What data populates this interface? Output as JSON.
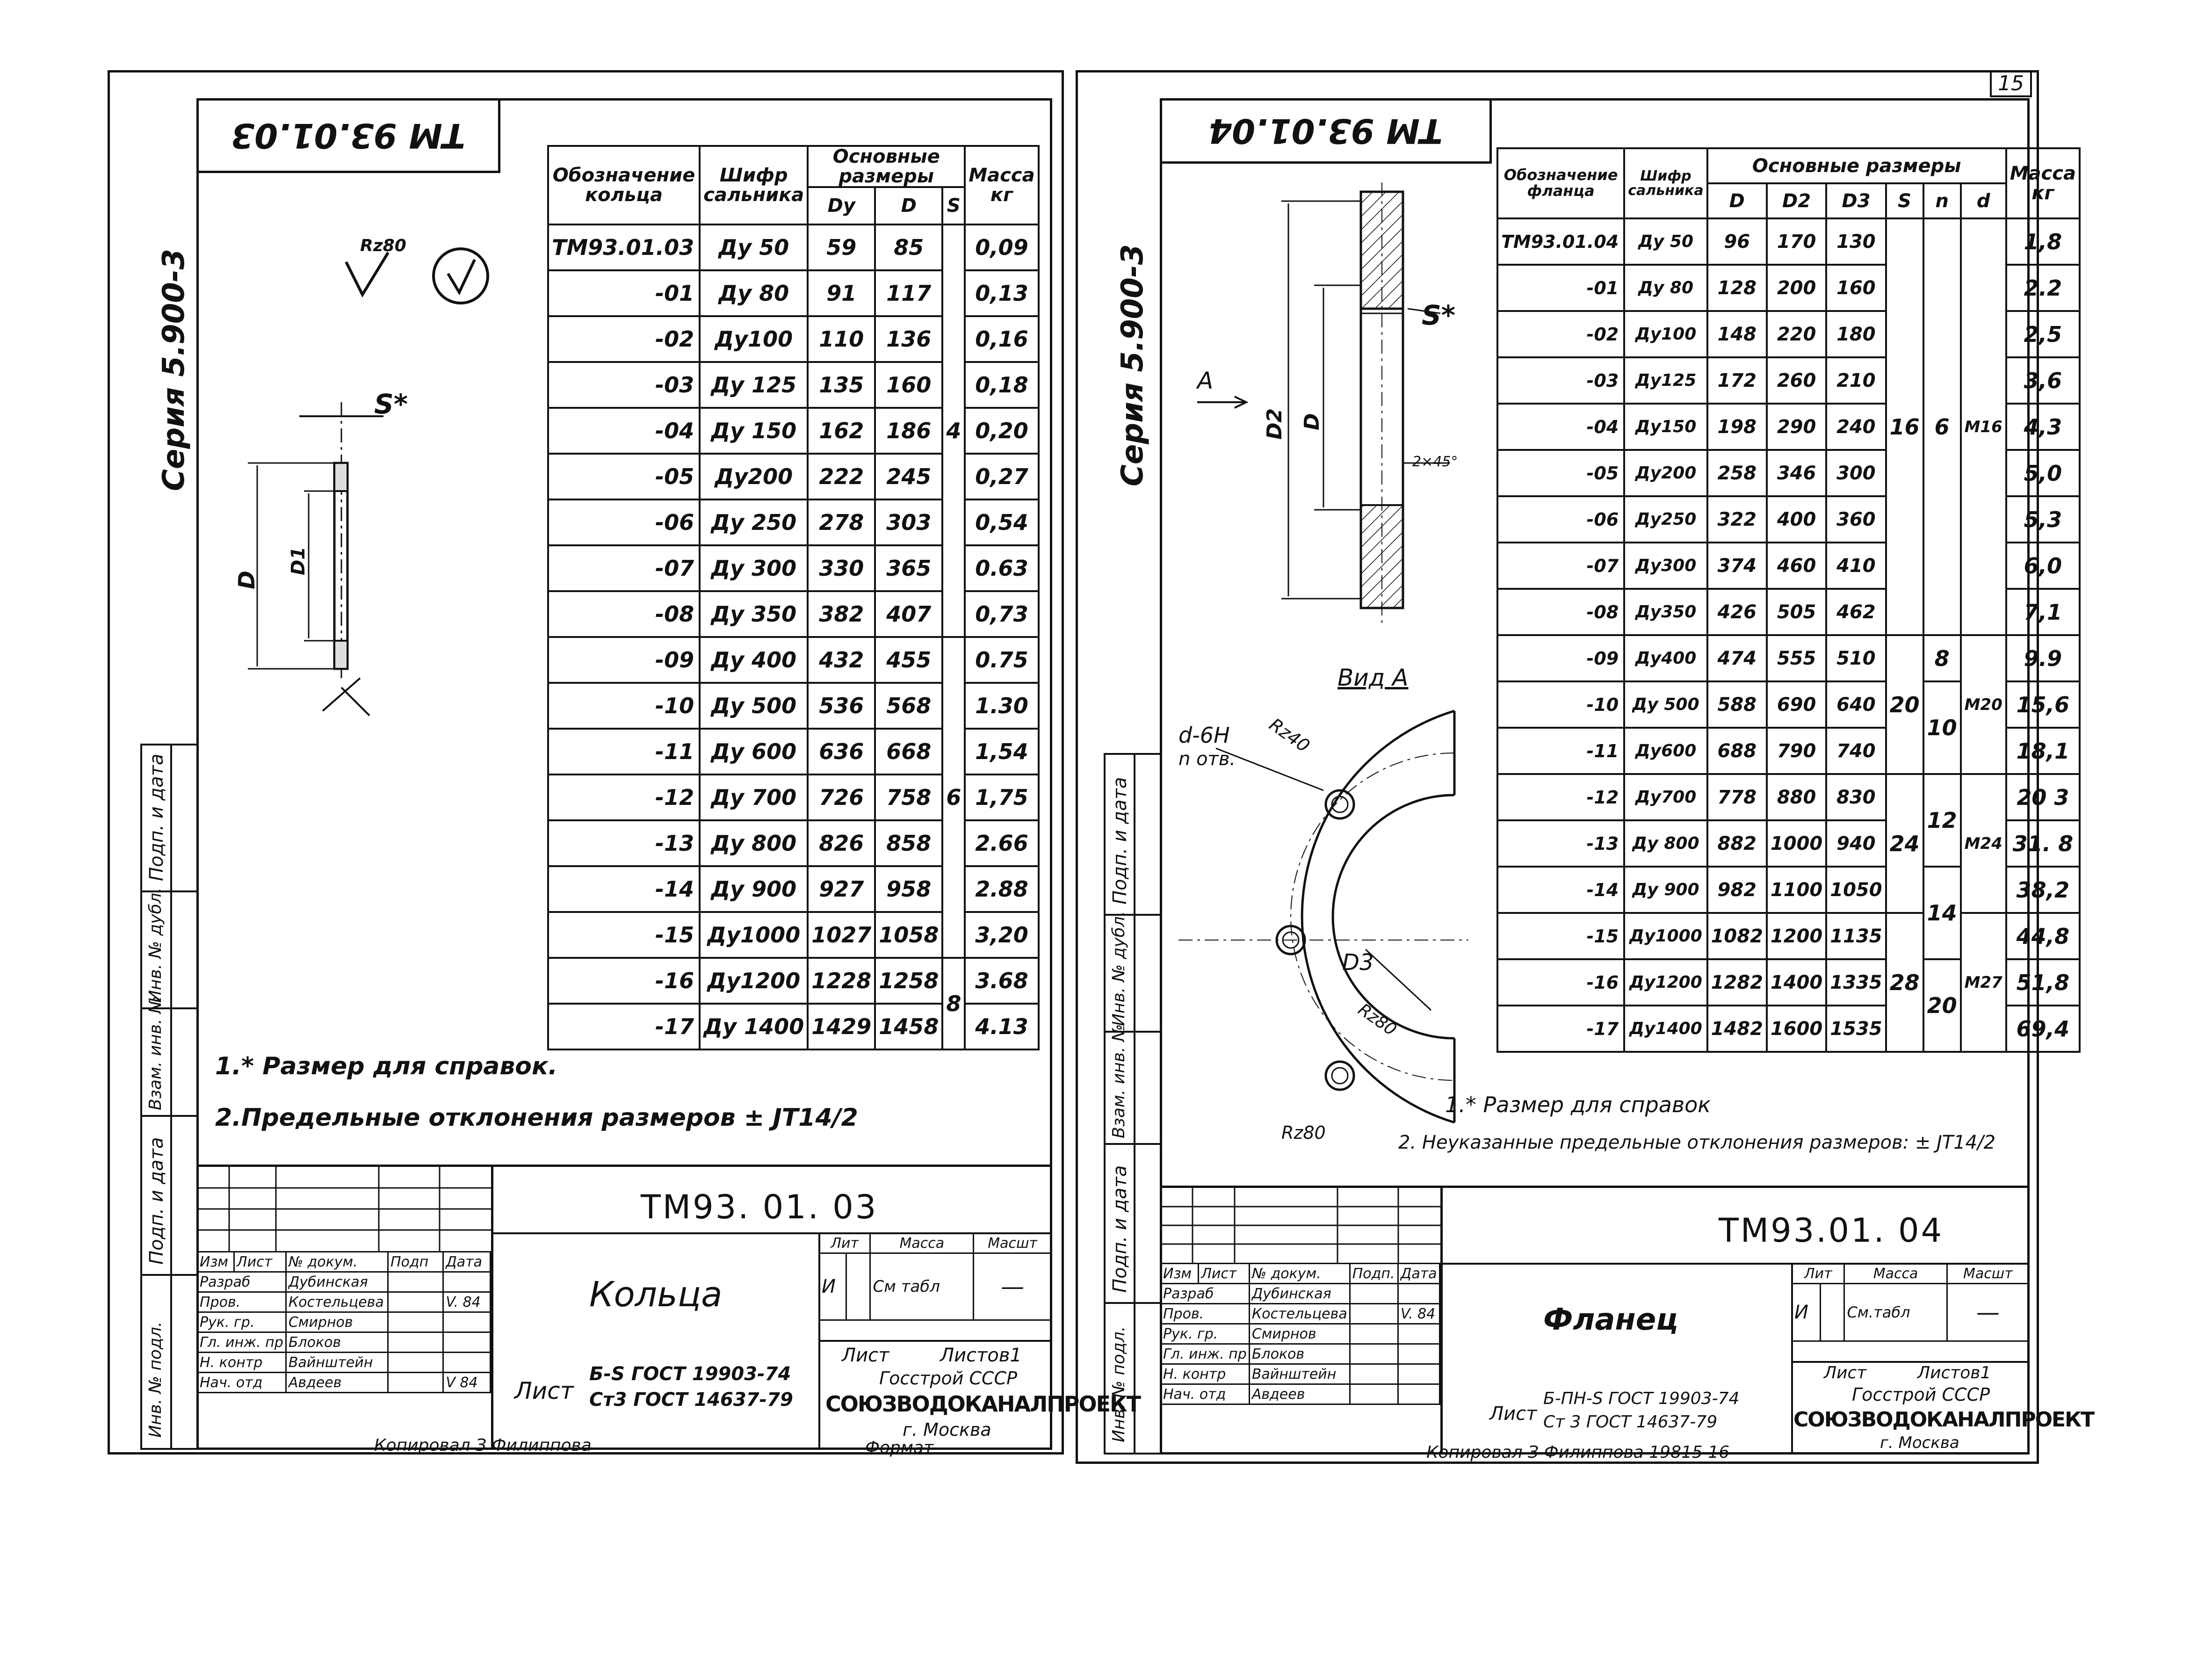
{
  "page_number": "15",
  "left": {
    "code_top": "ТМ 93.01.03",
    "series": "Серия   5.900-3",
    "roughness": "Rz80",
    "drawing_labels": {
      "s": "S*",
      "d": "D",
      "d1": "D1"
    },
    "table": {
      "headers": {
        "col1": "Обозначение кольца",
        "col2": "Шифр сальника",
        "group": "Основные размеры",
        "dy": "Dу",
        "d": "D",
        "s": "S",
        "mass": "Масса кг"
      },
      "rows": [
        {
          "des": "ТМ93.01.03",
          "code": "Ду 50",
          "dy": "59",
          "d": "85",
          "mass": "0,09"
        },
        {
          "des": "-01",
          "code": "Ду 80",
          "dy": "91",
          "d": "117",
          "mass": "0,13"
        },
        {
          "des": "-02",
          "code": "Ду100",
          "dy": "110",
          "d": "136",
          "mass": "0,16"
        },
        {
          "des": "-03",
          "code": "Ду 125",
          "dy": "135",
          "d": "160",
          "mass": "0,18"
        },
        {
          "des": "-04",
          "code": "Ду 150",
          "dy": "162",
          "d": "186",
          "mass": "0,20"
        },
        {
          "des": "-05",
          "code": "Ду200",
          "dy": "222",
          "d": "245",
          "mass": "0,27"
        },
        {
          "des": "-06",
          "code": "Ду 250",
          "dy": "278",
          "d": "303",
          "mass": "0,54"
        },
        {
          "des": "-07",
          "code": "Ду 300",
          "dy": "330",
          "d": "365",
          "mass": "0.63"
        },
        {
          "des": "-08",
          "code": "Ду 350",
          "dy": "382",
          "d": "407",
          "mass": "0,73"
        },
        {
          "des": "-09",
          "code": "Ду 400",
          "dy": "432",
          "d": "455",
          "mass": "0.75"
        },
        {
          "des": "-10",
          "code": "Ду 500",
          "dy": "536",
          "d": "568",
          "mass": "1.30"
        },
        {
          "des": "-11",
          "code": "Ду 600",
          "dy": "636",
          "d": "668",
          "mass": "1,54"
        },
        {
          "des": "-12",
          "code": "Ду 700",
          "dy": "726",
          "d": "758",
          "mass": "1,75"
        },
        {
          "des": "-13",
          "code": "Ду 800",
          "dy": "826",
          "d": "858",
          "mass": "2.66"
        },
        {
          "des": "-14",
          "code": "Ду 900",
          "dy": "927",
          "d": "958",
          "mass": "2.88"
        },
        {
          "des": "-15",
          "code": "Ду1000",
          "dy": "1027",
          "d": "1058",
          "mass": "3,20"
        },
        {
          "des": "-16",
          "code": "Ду1200",
          "dy": "1228",
          "d": "1258",
          "mass": "3.68"
        },
        {
          "des": "-17",
          "code": "Ду 1400",
          "dy": "1429",
          "d": "1458",
          "mass": "4.13"
        }
      ],
      "s_values": [
        "4",
        "6",
        "8"
      ]
    },
    "notes": [
      "1.* Размер для справок.",
      "2.Предельные отклонения размеров ± JT14/2"
    ],
    "title_block": {
      "doc_code": "ТМ93. 01. 03",
      "title": "Кольца",
      "material_label": "Лист",
      "material": [
        "Б-S ГОСТ 19903-74",
        "Ст3 ГОСТ 14637-79"
      ],
      "lit_header": "Лит",
      "mass_header": "Масса",
      "scale_header": "Масшт",
      "lit": "И",
      "mass": "См табл",
      "scale": "—",
      "sheet": "Лист",
      "sheets": "Листов1",
      "org": [
        "Госстрой СССР",
        "СОЮЗВОДОКАНАЛПРОЕКТ",
        "г. Москва"
      ],
      "header_row": [
        "Изм",
        "Лист",
        "№ докум.",
        "Подп",
        "Дата"
      ],
      "people": [
        {
          "role": "Разраб",
          "name": "Дубинская",
          "date": ""
        },
        {
          "role": "Пров.",
          "name": "Костельцева",
          "date": "V. 84"
        },
        {
          "role": "Рук. гр.",
          "name": "Смирнов",
          "date": ""
        },
        {
          "role": "Гл. инж. пр",
          "name": "Блоков",
          "date": ""
        },
        {
          "role": "Н. контр",
          "name": "Вайнштейн",
          "date": ""
        },
        {
          "role": "Нач. отд",
          "name": "Авдеев",
          "date": "V 84"
        }
      ],
      "copied": "Копировал   З Филиппова",
      "format": "Формат"
    },
    "side_stamp": [
      "Подп. и дата",
      "Инв. № дубл.",
      "Взам. инв. №",
      "Подп. и дата",
      "Инв. № подл."
    ]
  },
  "right": {
    "code_top": "ТМ 93.01.04",
    "series": "Серия   5.900-3",
    "drawing_labels": {
      "s": "S*",
      "d": "D",
      "d2": "D2",
      "chamfer": "2×45°",
      "arrow": "А",
      "view": "Вид А",
      "hole": "d-6H",
      "n_holes": "n отв.",
      "rz40": "Rz40",
      "rz80": "Rz80",
      "rz80b": "Rz80",
      "d3": "D3"
    },
    "table": {
      "headers": {
        "col1": "Обозначение фланца",
        "col2": "Шифр сальника",
        "group": "Основные размеры",
        "d": "D",
        "d2": "D2",
        "d3": "D3",
        "s": "S",
        "n": "n",
        "dd": "d",
        "mass": "Масса кг"
      },
      "rows": [
        {
          "des": "ТМ93.01.04",
          "code": "Ду 50",
          "d": "96",
          "d2": "170",
          "d3": "130",
          "mass": "1,8"
        },
        {
          "des": "-01",
          "code": "Ду 80",
          "d": "128",
          "d2": "200",
          "d3": "160",
          "mass": "2.2"
        },
        {
          "des": "-02",
          "code": "Ду100",
          "d": "148",
          "d2": "220",
          "d3": "180",
          "mass": "2,5"
        },
        {
          "des": "-03",
          "code": "Ду125",
          "d": "172",
          "d2": "260",
          "d3": "210",
          "mass": "3,6"
        },
        {
          "des": "-04",
          "code": "Ду150",
          "d": "198",
          "d2": "290",
          "d3": "240",
          "mass": "4,3"
        },
        {
          "des": "-05",
          "code": "Ду200",
          "d": "258",
          "d2": "346",
          "d3": "300",
          "mass": "5,0"
        },
        {
          "des": "-06",
          "code": "Ду250",
          "d": "322",
          "d2": "400",
          "d3": "360",
          "mass": "5,3"
        },
        {
          "des": "-07",
          "code": "Ду300",
          "d": "374",
          "d2": "460",
          "d3": "410",
          "mass": "6,0"
        },
        {
          "des": "-08",
          "code": "Ду350",
          "d": "426",
          "d2": "505",
          "d3": "462",
          "mass": "7,1"
        },
        {
          "des": "-09",
          "code": "Ду400",
          "d": "474",
          "d2": "555",
          "d3": "510",
          "mass": "9.9"
        },
        {
          "des": "-10",
          "code": "Ду 500",
          "d": "588",
          "d2": "690",
          "d3": "640",
          "mass": "15,6"
        },
        {
          "des": "-11",
          "code": "Ду600",
          "d": "688",
          "d2": "790",
          "d3": "740",
          "mass": "18,1"
        },
        {
          "des": "-12",
          "code": "Ду700",
          "d": "778",
          "d2": "880",
          "d3": "830",
          "mass": "20 3"
        },
        {
          "des": "-13",
          "code": "Ду 800",
          "d": "882",
          "d2": "1000",
          "d3": "940",
          "mass": "31. 8"
        },
        {
          "des": "-14",
          "code": "Ду 900",
          "d": "982",
          "d2": "1100",
          "d3": "1050",
          "mass": "38,2"
        },
        {
          "des": "-15",
          "code": "Ду1000",
          "d": "1082",
          "d2": "1200",
          "d3": "1135",
          "mass": "44,8"
        },
        {
          "des": "-16",
          "code": "Ду1200",
          "d": "1282",
          "d2": "1400",
          "d3": "1335",
          "mass": "51,8"
        },
        {
          "des": "-17",
          "code": "Ду1400",
          "d": "1482",
          "d2": "1600",
          "d3": "1535",
          "mass": "69,4"
        }
      ],
      "groups": {
        "s": [
          "16",
          "20",
          "24",
          "28"
        ],
        "n": [
          "6",
          "8",
          "10",
          "12",
          "14",
          "20"
        ],
        "dd": [
          "М16",
          "М20",
          "М24",
          "М27"
        ]
      }
    },
    "notes": [
      "1.* Размер для справок",
      "2. Неуказанные предельные отклонения размеров: ± JT14/2"
    ],
    "title_block": {
      "doc_code": "ТМ93.01. 04",
      "title": "Фланец",
      "material_label": "Лист",
      "material": [
        "Б-ПН-S ГОСТ 19903-74",
        "Ст 3 ГОСТ 14637-79"
      ],
      "lit_header": "Лит",
      "mass_header": "Масса",
      "scale_header": "Масшт",
      "lit": "И",
      "mass": "См.табл",
      "scale": "—",
      "sheet": "Лист",
      "sheets": "Листов1",
      "org": [
        "Госстрой СССР",
        "СОЮЗВОДОКАНАЛПРОЕКТ",
        "г. Москва"
      ],
      "header_row": [
        "Изм",
        "Лист",
        "№ докум.",
        "Подп.",
        "Дата"
      ],
      "people": [
        {
          "role": "Разраб",
          "name": "Дубинская",
          "date": ""
        },
        {
          "role": "Пров.",
          "name": "Костельцева",
          "date": "V. 84"
        },
        {
          "role": "Рук. гр.",
          "name": "Смирнов",
          "date": ""
        },
        {
          "role": "Гл. инж. пр",
          "name": "Блоков",
          "date": ""
        },
        {
          "role": "Н. контр",
          "name": "Вайнштейн",
          "date": ""
        },
        {
          "role": "Нач. отд",
          "name": "Авдеев",
          "date": ""
        }
      ],
      "copied": "Копировал   З Филиппова   19815   16"
    },
    "side_stamp": [
      "Подп. и дата",
      "Инв. № дубл.",
      "Взам. инв. №",
      "Подп. и дата",
      "Инв. № подл."
    ]
  }
}
